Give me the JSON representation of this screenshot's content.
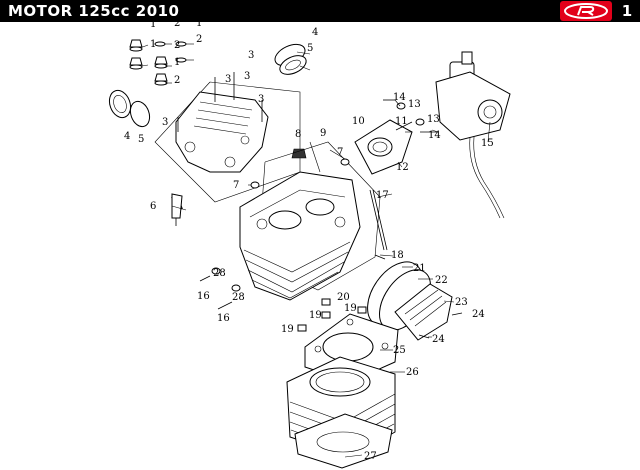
{
  "header": {
    "title": "MOTOR 125cc 2010",
    "page_number": "1",
    "logo_text": "R",
    "bg_color": "#000000",
    "logo_color": "#e2001a"
  },
  "callouts": {
    "c1": "1",
    "c2": "2",
    "c3": "3",
    "c4": "4",
    "c5": "5",
    "c6": "6",
    "c7": "7",
    "c8": "8",
    "c9": "9",
    "c10": "10",
    "c11": "11",
    "c12": "12",
    "c13": "13",
    "c14": "14",
    "c15": "15",
    "c16": "16",
    "c17": "17",
    "c18": "18",
    "c19": "19",
    "c20": "20",
    "c21": "21",
    "c22": "22",
    "c23": "23",
    "c24": "24",
    "c25": "25",
    "c26": "26",
    "c27": "27",
    "c28": "28"
  }
}
